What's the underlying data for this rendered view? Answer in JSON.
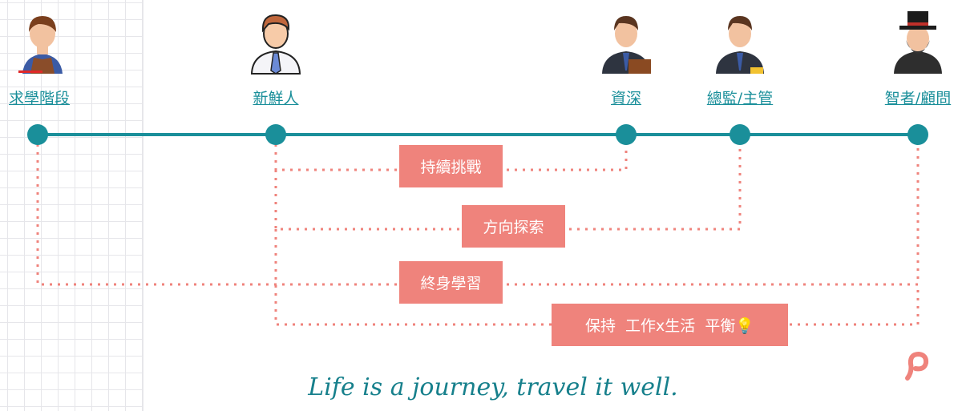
{
  "colors": {
    "accent": "#1a8f9a",
    "box": "#ef837c"
  },
  "stages": [
    {
      "label": "求學階段",
      "icon": "student-icon"
    },
    {
      "label": "新鮮人",
      "icon": "newcomer-icon"
    },
    {
      "label": "資深",
      "icon": "senior-icon"
    },
    {
      "label": "總監/主管",
      "icon": "director-icon"
    },
    {
      "label": "智者/顧問",
      "icon": "sage-icon"
    }
  ],
  "themes": [
    {
      "label": "持續挑戰"
    },
    {
      "label": "方向探索"
    },
    {
      "label": "終身學習"
    },
    {
      "label": "保持  工作x生活  平衡💡"
    }
  ],
  "tagline": "Life is a journey, travel it well."
}
